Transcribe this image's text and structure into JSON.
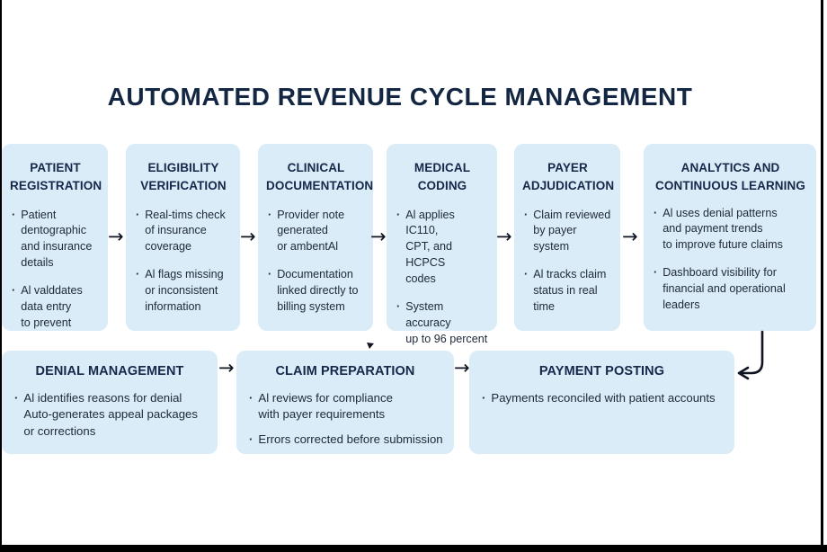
{
  "title": "AUTOMATED REVENUE CYCLE MANAGEMENT",
  "glyphs": {
    "arrow_right": "→",
    "bullet": "·"
  },
  "colors": {
    "box_fill": "#d9ecf8",
    "heading": "#16284a",
    "body_text": "#212b3a",
    "arrow": "#0e1420"
  },
  "top_row": [
    {
      "title": "PATIENT\nREGISTRATION",
      "bullets": [
        "Patient\ndentographic\nand insurance\ndetails",
        "Al valddates\ndata entry\nto prevent"
      ]
    },
    {
      "title": "ELIGIBILITY\nVERIFICATION",
      "bullets": [
        "Real-tims check\nof insurance\ncoverage",
        "Al flags missing\nor inconsistent\ninformation"
      ]
    },
    {
      "title": "CLINICAL\nDOCUMENTATION",
      "bullets": [
        "Provider note\ngenerated\nor ambentAl",
        "Documentation\nlinked directly to\nbilling system"
      ]
    },
    {
      "title": "MEDICAL\nCODING",
      "bullets": [
        "Al applies IC110,\nCPT, and HCPCS\ncodes",
        "System accuracy\nup to 96 percent"
      ]
    },
    {
      "title": "PAYER\nADJUDICATION",
      "bullets": [
        "Claim reviewed\nby payer system",
        "Al tracks claim\nstatus in real\ntime"
      ]
    },
    {
      "title": "ANALYTICS AND\nCONTINUOUS LEARNING",
      "bullets": [
        "Al uses denial patterns\nand payment trends\nto improve future claims",
        "Dashboard visibility for\nfinancial and operational\nleaders"
      ]
    }
  ],
  "bottom_row": [
    {
      "title": "DENIAL MANAGEMENT",
      "bullets": [
        "Al identifies reasons for denial\nAuto-generates appeal packages\nor corrections"
      ]
    },
    {
      "title": "CLAIM PREPARATION",
      "bullets": [
        "Al reviews for compliance\nwith payer requirements",
        "Errors corrected before submission"
      ]
    },
    {
      "title": "PAYMENT POSTING",
      "bullets": [
        "Payments reconciled with patient accounts"
      ]
    }
  ]
}
